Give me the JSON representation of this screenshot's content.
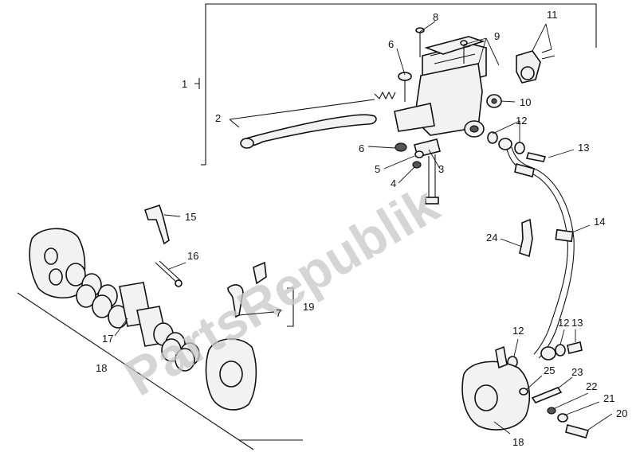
{
  "watermark": "PartsRepublik",
  "callouts": [
    {
      "id": "c1",
      "text": "1"
    },
    {
      "id": "c2",
      "text": "2"
    },
    {
      "id": "c3",
      "text": "3"
    },
    {
      "id": "c4",
      "text": "4"
    },
    {
      "id": "c5",
      "text": "5"
    },
    {
      "id": "c6a",
      "text": "6"
    },
    {
      "id": "c6b",
      "text": "6"
    },
    {
      "id": "c7",
      "text": "7"
    },
    {
      "id": "c8",
      "text": "8"
    },
    {
      "id": "c9",
      "text": "9"
    },
    {
      "id": "c10",
      "text": "10"
    },
    {
      "id": "c11",
      "text": "11"
    },
    {
      "id": "c12a",
      "text": "12"
    },
    {
      "id": "c12b",
      "text": "12"
    },
    {
      "id": "c12c",
      "text": "12"
    },
    {
      "id": "c13a",
      "text": "13"
    },
    {
      "id": "c13b",
      "text": "13"
    },
    {
      "id": "c14",
      "text": "14"
    },
    {
      "id": "c15",
      "text": "15"
    },
    {
      "id": "c16",
      "text": "16"
    },
    {
      "id": "c17",
      "text": "17"
    },
    {
      "id": "c18a",
      "text": "18"
    },
    {
      "id": "c18b",
      "text": "18"
    },
    {
      "id": "c19",
      "text": "19"
    },
    {
      "id": "c20",
      "text": "20"
    },
    {
      "id": "c21",
      "text": "21"
    },
    {
      "id": "c22",
      "text": "22"
    },
    {
      "id": "c23",
      "text": "23"
    },
    {
      "id": "c24",
      "text": "24"
    },
    {
      "id": "c25",
      "text": "25"
    }
  ]
}
